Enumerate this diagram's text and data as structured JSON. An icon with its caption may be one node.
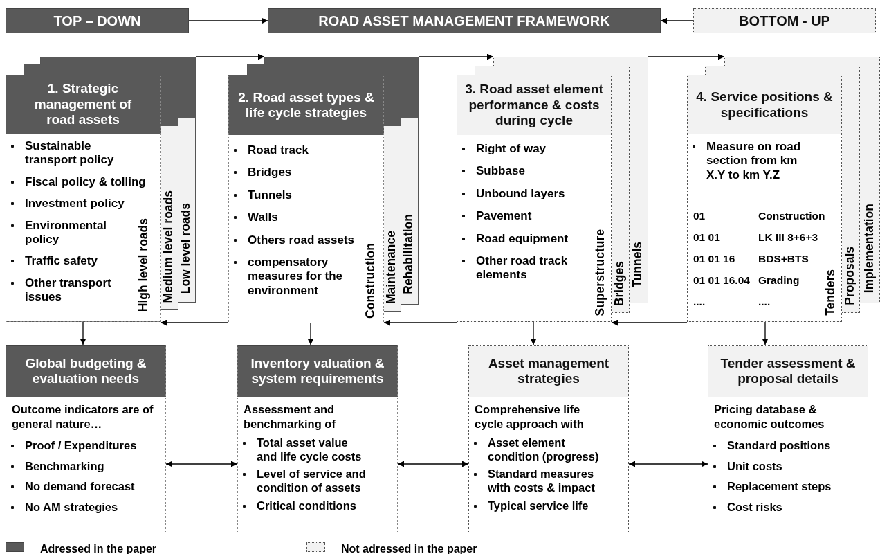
{
  "diagram": {
    "nodes": [
      {
        "text": [
          "TOP – DOWN"
        ]
      },
      {
        "text": [
          "ROAD ASSET MANAGEMENT FRAMEWORK"
        ]
      },
      {
        "text": [
          "BOTTOM - UP"
        ]
      },
      {
        "text": [
          "1. Strategic management of road assets",
          "Sustainable transport policy",
          "Fiscal policy & tolling",
          "Investment policy",
          "Environmental policy",
          "Traffic safety",
          "Other transport issues",
          "High level roads"
        ]
      },
      {
        "text": [
          "Medium level roads"
        ]
      },
      {
        "text": [
          "Low level roads"
        ]
      },
      {
        "text": [
          "2. Road asset types & life cycle strategies",
          "Road track",
          "Bridges",
          "Tunnels",
          "Walls",
          "Others road assets",
          "compensatory measures for the environment",
          "Construction"
        ]
      },
      {
        "text": [
          "Maintenance"
        ]
      },
      {
        "text": [
          "Rehabilitation"
        ]
      },
      {
        "text": [
          "3. Road asset element performance & costs during cycle",
          "Right of way",
          "Subbase",
          "Unbound layers",
          "Pavement",
          "Road equipment",
          "Other road track elements",
          "Superstructure"
        ]
      },
      {
        "text": [
          "Bridges"
        ]
      },
      {
        "text": [
          "Tunnels"
        ]
      },
      {
        "text": [
          "4. Service positions & specifications",
          "Measure on road section from km X.Y to km Y.Z",
          "01",
          "Construction",
          "01 01",
          "LK III 8+6+3",
          "01 01 16",
          "BDS+BTS",
          "01 01 16.04",
          "Grading",
          "....",
          "....",
          "Tenders"
        ]
      },
      {
        "text": [
          "Proposals"
        ]
      },
      {
        "text": [
          "Implementation"
        ]
      },
      {
        "text": [
          "Global budgeting & evaluation needs",
          "Outcome indicators are of general nature…",
          "Proof / Expenditures",
          "Benchmarking",
          "No demand forecast",
          "No AM strategies"
        ]
      },
      {
        "text": [
          "Inventory valuation & system requirements",
          "Assessment and benchmarking of",
          "Total asset value and life cycle costs",
          "Level of service and condition of assets",
          "Critical conditions"
        ]
      },
      {
        "text": [
          "Asset management strategies",
          "Comprehensive life cycle approach with",
          "Asset element condition (progress)",
          "Standard measures with costs & impact",
          "Typical service life"
        ]
      },
      {
        "text": [
          "Tender assessment & proposal details",
          "Pricing database & economic outcomes",
          "Standard positions",
          "Unit costs",
          "Replacement steps",
          "Cost risks"
        ]
      },
      {
        "text": [],
        "shape": "box"
      },
      {
        "text": [],
        "shape": "box"
      },
      {
        "text": [],
        "shape": "box"
      },
      {
        "text": [],
        "shape": "box"
      },
      {
        "text": [],
        "shape": "box"
      },
      {
        "text": [],
        "shape": "box"
      },
      {
        "text": [],
        "shape": "box"
      },
      {
        "text": [],
        "shape": "box"
      }
    ],
    "edges": [
      {
        "from": 0,
        "to": 1,
        "arrow": "to"
      },
      {
        "from": 2,
        "to": 1,
        "arrow": "to"
      },
      {
        "from": 5,
        "to": 22,
        "arrow": "to"
      },
      {
        "from": 8,
        "to": 24,
        "arrow": "to"
      },
      {
        "from": 11,
        "to": 26,
        "arrow": "to"
      },
      {
        "from": 6,
        "to": 3,
        "arrow": "to"
      },
      {
        "from": 9,
        "to": 6,
        "arrow": "to"
      },
      {
        "from": 12,
        "to": 9,
        "arrow": "to"
      },
      {
        "from": 3,
        "to": 15,
        "arrow": "to"
      },
      {
        "from": 6,
        "to": 16,
        "arrow": "to"
      },
      {
        "from": 9,
        "to": 17,
        "arrow": "to"
      },
      {
        "from": 12,
        "to": 18,
        "arrow": "to"
      },
      {
        "from": 15,
        "to": 16,
        "arrow": "both"
      },
      {
        "from": 16,
        "to": 17,
        "arrow": "both"
      },
      {
        "from": 17,
        "to": 18,
        "arrow": "both"
      }
    ],
    "legend": [
      {
        "text": "Adressed in the paper",
        "color": "#595959"
      },
      {
        "text": "Not adressed in the paper",
        "color": "#f2f2f2"
      }
    ]
  }
}
